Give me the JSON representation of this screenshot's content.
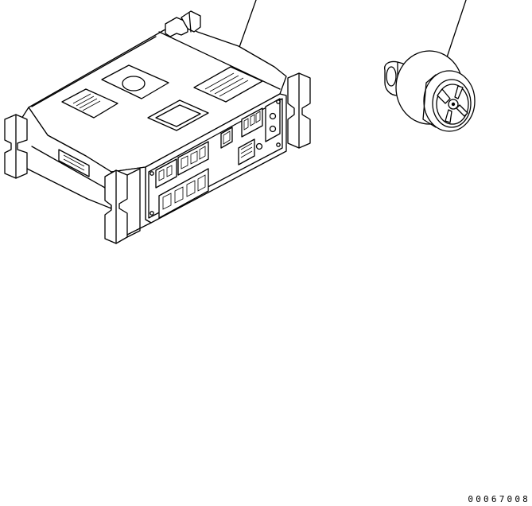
{
  "drawing": {
    "part_number": "00067008",
    "components": [
      {
        "name": "controller",
        "icon": "controller-unit-icon"
      },
      {
        "name": "sensor",
        "icon": "temperature-sensor-icon"
      }
    ]
  }
}
